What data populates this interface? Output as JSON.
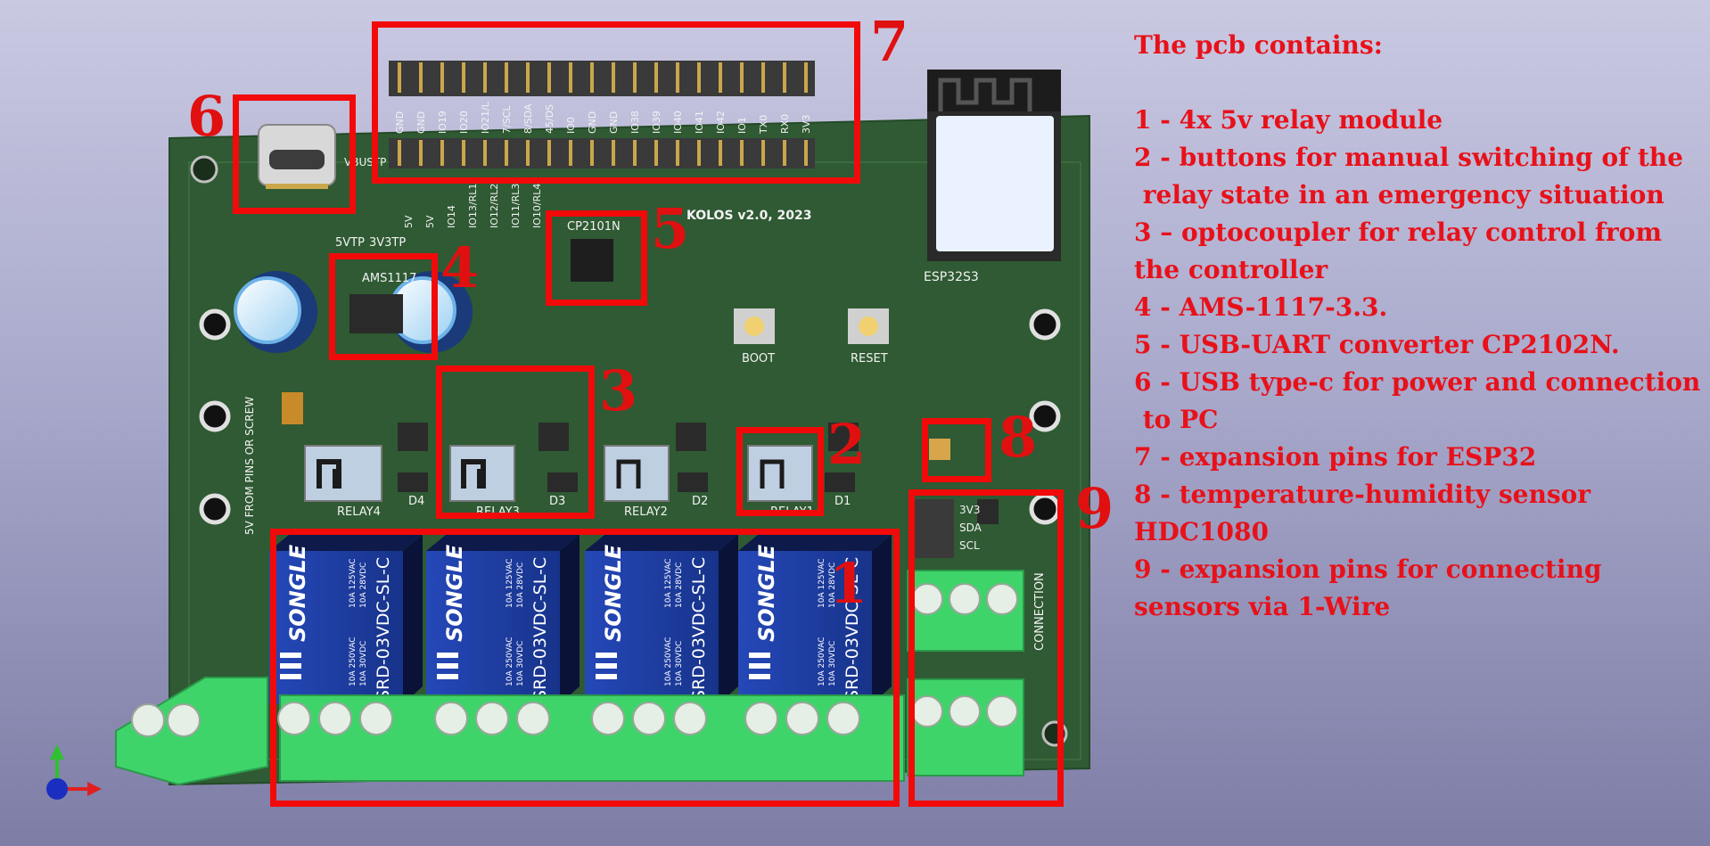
{
  "legend": {
    "title": "The pcb contains:",
    "lines": [
      "1 - 4x 5v relay module",
      "2 - buttons for manual switching of the",
      " relay state in an emergency situation",
      "3 – optocoupler for relay control from",
      "the controller",
      "4 - AMS-1117-3.3.",
      "5 - USB-UART converter CP2102N.",
      "6 - USB type-c for power and connection",
      " to PC",
      "7 - expansion pins for ESP32",
      "8 - temperature-humidity sensor",
      "HDC1080",
      "9 - expansion pins for connecting",
      "sensors via 1-Wire"
    ]
  },
  "callouts": {
    "n1": "1",
    "n2": "2",
    "n3": "3",
    "n4": "4",
    "n5": "5",
    "n6": "6",
    "n7": "7",
    "n8": "8",
    "n9": "9"
  },
  "board": {
    "version_label": "KOLOS v2.0, 2023",
    "uart_chip": "CP2101N",
    "module_label": "ESP32S3",
    "ldo_label": "AMS1117",
    "boot_label": "BOOT",
    "reset_label": "RESET",
    "tp_5v": "5VTP",
    "tp_3v3": "3V3TP",
    "vbus_tp": "VBUSTP",
    "relay_labels": [
      "RELAY4",
      "RELAY3",
      "RELAY2",
      "RELAY1"
    ],
    "diode_labels": [
      "D4",
      "D3",
      "D2",
      "D1"
    ],
    "header_top_pins": [
      "GND",
      "GND",
      "IO19",
      "IO20",
      "IO21/L",
      "7/SCL",
      "8/SDA",
      "45/DS",
      "IO0",
      "GND",
      "GND",
      "IO38",
      "IO39",
      "IO40",
      "IO41",
      "IO42",
      "IO1",
      "TX0",
      "RX0",
      "3V3"
    ],
    "header_left_pins": [
      "5V",
      "5V",
      "IO14",
      "IO13/RL1",
      "IO12/RL2",
      "IO11/RL3",
      "IO10/RL4"
    ],
    "sensor_pins": [
      "3V3",
      "SDA",
      "SCL"
    ],
    "ext_connection": "CONNECTION",
    "power_from": "5V FROM PINS OR SCREW",
    "relay_brand": "SONGLE",
    "relay_model": "SRD-03VDC-SL-C",
    "relay_rating_a": "10A 125VAC",
    "relay_rating_b": "10A 28VDC",
    "relay_rating_c": "10A 250VAC",
    "relay_rating_d": "10A 30VDC"
  },
  "colors": {
    "pcb": "#2e5a32",
    "relay": "#1b3ea0",
    "terminal": "#3fd46a",
    "callout": "#f20a0a",
    "text": "#e8111a"
  }
}
